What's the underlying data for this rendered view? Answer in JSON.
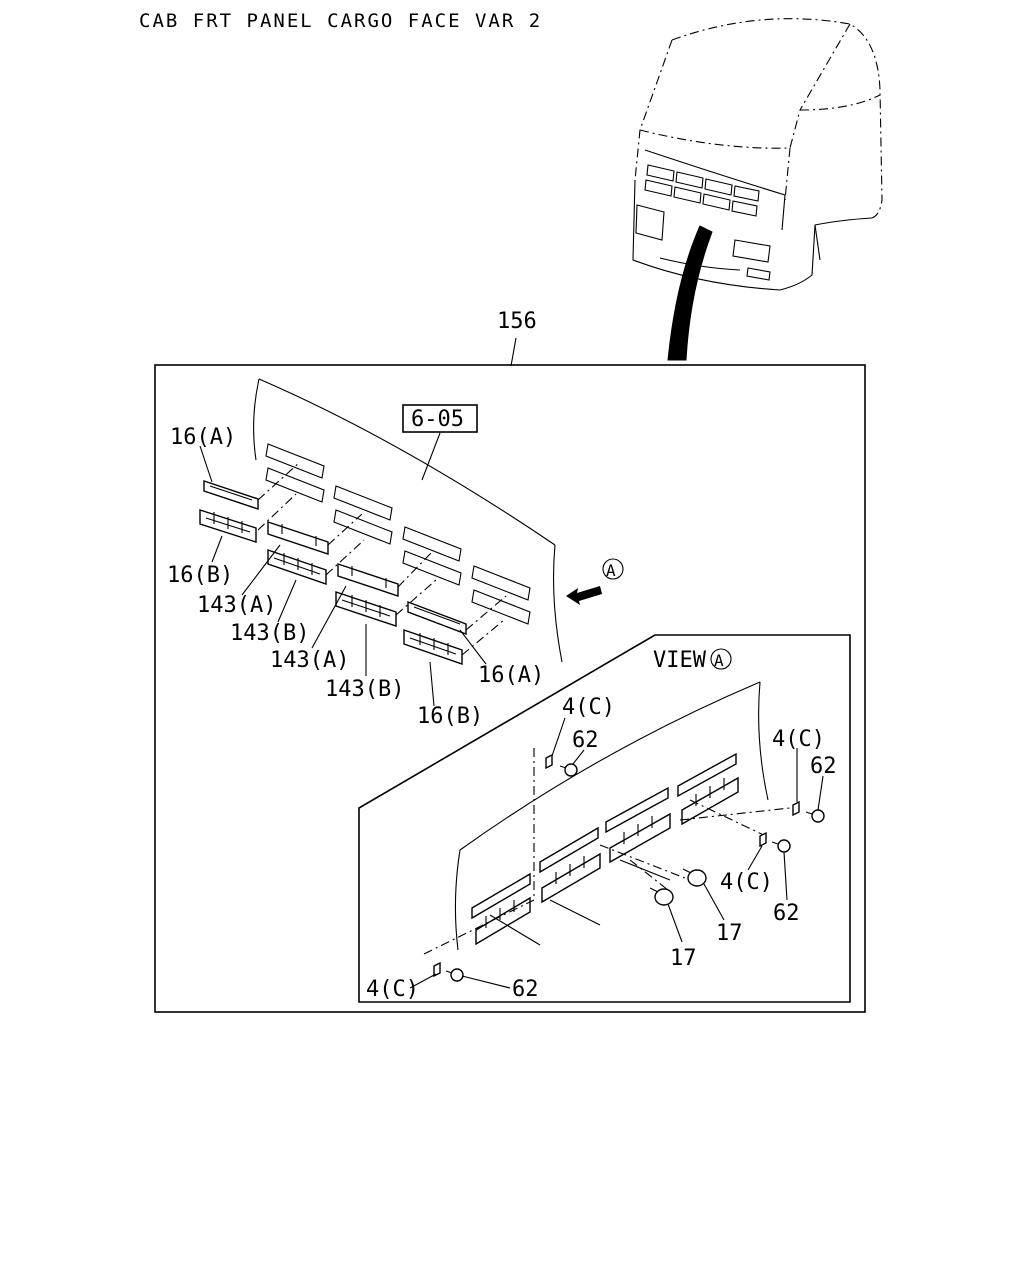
{
  "title": "CAB FRT PANEL CARGO FACE VAR 2",
  "reference_box": "6-05",
  "assembly_number": "156",
  "view_label": "VIEW",
  "view_marker": "A",
  "callouts": {
    "c16a_1": "16(A)",
    "c16b_1": "16(B)",
    "c143a_1": "143(A)",
    "c143b_1": "143(B)",
    "c143a_2": "143(A)",
    "c143b_2": "143(B)",
    "c16a_2": "16(A)",
    "c16b_2": "16(B)",
    "c4c_1": "4(C)",
    "c62_1": "62",
    "c4c_2": "4(C)",
    "c62_2": "62",
    "c4c_3": "4(C)",
    "c62_3": "62",
    "c4c_4": "4(C)",
    "c62_4": "62",
    "c17_1": "17",
    "c17_2": "17"
  }
}
